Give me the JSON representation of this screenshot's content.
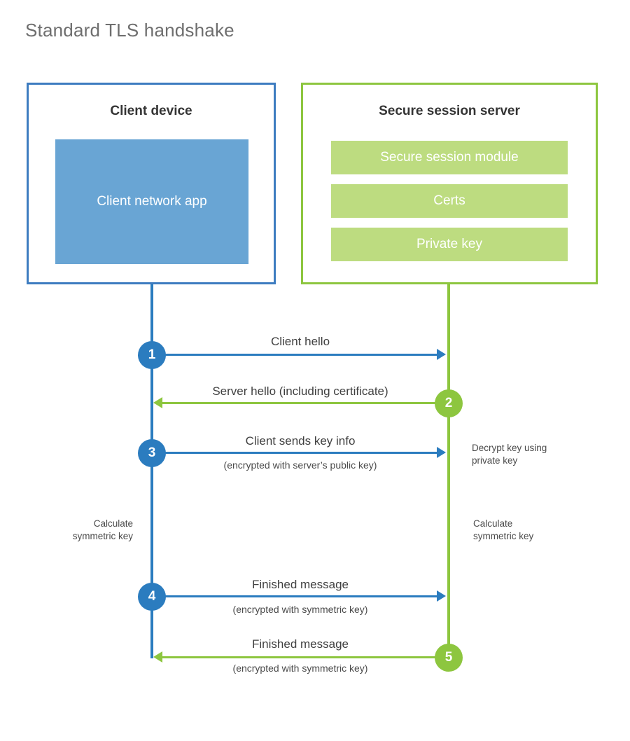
{
  "page": {
    "title": "Standard TLS handshake"
  },
  "colors": {
    "client_blue": "#2b7cbf",
    "client_border_blue": "#3d7cc0",
    "client_app_fill": "#69a5d4",
    "server_green": "#8dc63f",
    "server_bar_fill": "#bddc80",
    "title_gray": "#6e6e6e",
    "text_dark": "#343434",
    "background": "#ffffff"
  },
  "participants": {
    "client": {
      "title": "Client device",
      "app_label": "Client network app"
    },
    "server": {
      "title": "Secure session server",
      "modules": [
        {
          "label": "Secure session module"
        },
        {
          "label": "Certs"
        },
        {
          "label": "Private key"
        }
      ]
    }
  },
  "steps": [
    {
      "number": "1",
      "direction": "client-to-server",
      "color": "blue",
      "label": "Client hello",
      "sublabel": ""
    },
    {
      "number": "2",
      "direction": "server-to-client",
      "color": "green",
      "label": "Server hello (including certificate)",
      "sublabel": ""
    },
    {
      "number": "3",
      "direction": "client-to-server",
      "color": "blue",
      "label": "Client sends key info",
      "sublabel": "(encrypted with server’s public key)"
    },
    {
      "number": "4",
      "direction": "client-to-server",
      "color": "blue",
      "label": "Finished message",
      "sublabel": "(encrypted with symmetric key)"
    },
    {
      "number": "5",
      "direction": "server-to-client",
      "color": "green",
      "label": "Finished message",
      "sublabel": "(encrypted with symmetric key)"
    }
  ],
  "notes": {
    "decrypt_key": "Decrypt key using\nprivate key",
    "decrypt_key_line1": "Decrypt key using",
    "decrypt_key_line2": "private key",
    "client_calculate_line1": "Calculate",
    "client_calculate_line2": "symmetric key",
    "server_calculate_line1": "Calculate",
    "server_calculate_line2": "symmetric key"
  }
}
